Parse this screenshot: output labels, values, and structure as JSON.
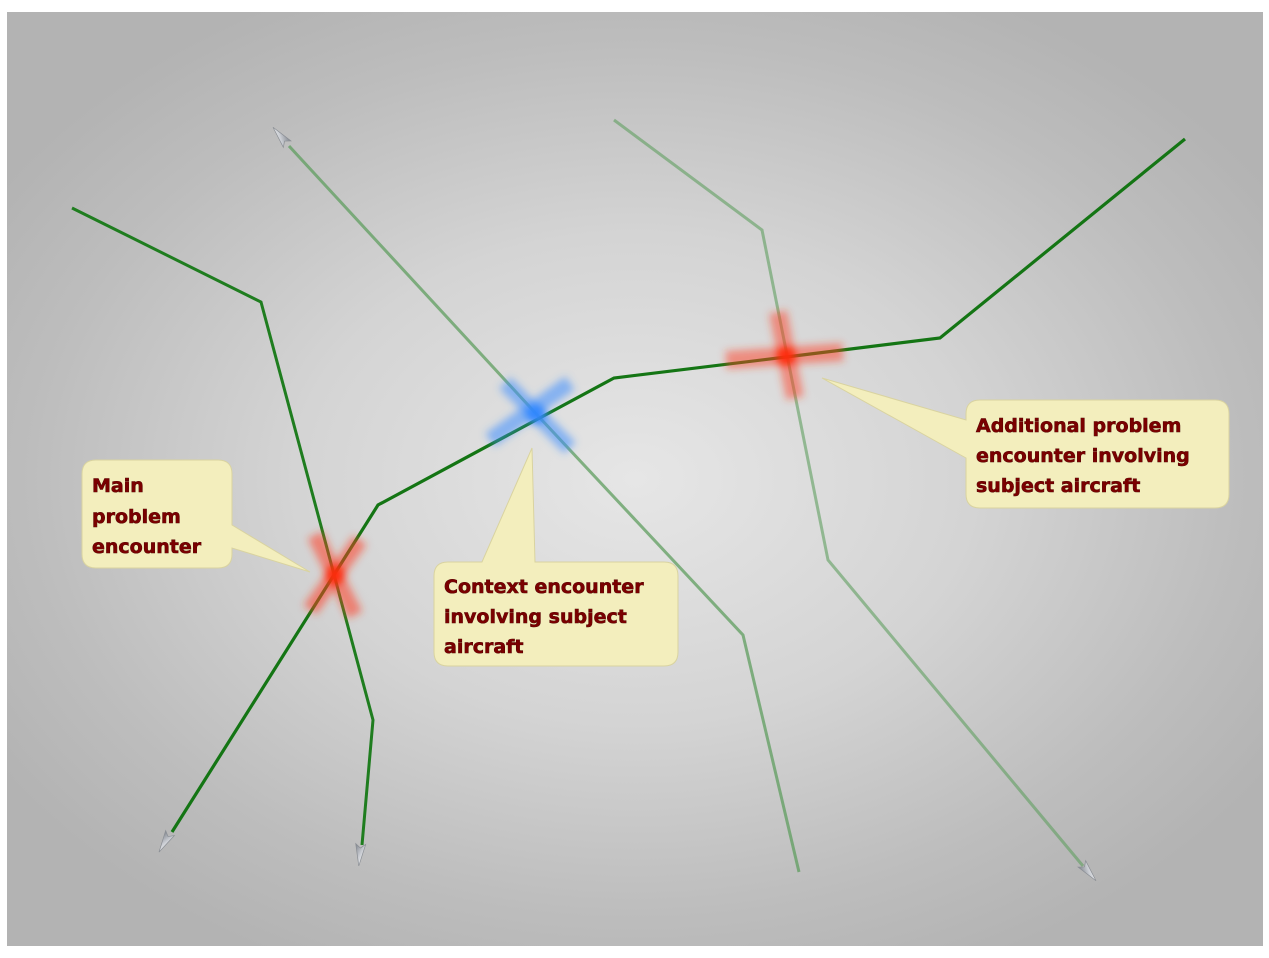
{
  "callouts": {
    "main": {
      "lines": [
        "Main",
        "problem",
        "encounter"
      ]
    },
    "context": {
      "lines": [
        "Context encounter",
        "involving subject",
        "aircraft"
      ]
    },
    "additional": {
      "lines": [
        "Additional problem",
        "encounter involving",
        "subject aircraft"
      ]
    }
  },
  "encounters": {
    "main": {
      "color": "#ff3b1f",
      "icon": "red-x-marker"
    },
    "context": {
      "color": "#3a8dff",
      "icon": "blue-x-marker"
    },
    "additional": {
      "color": "#ff3b1f",
      "icon": "red-x-marker"
    }
  },
  "tracks": {
    "subject_color": "#1a7a1a",
    "other_color": "#5f9e5f",
    "aircraft_icon": "aircraft-icon"
  },
  "colors": {
    "callout_fill": "#f3eebd",
    "callout_text": "#7a0000"
  }
}
